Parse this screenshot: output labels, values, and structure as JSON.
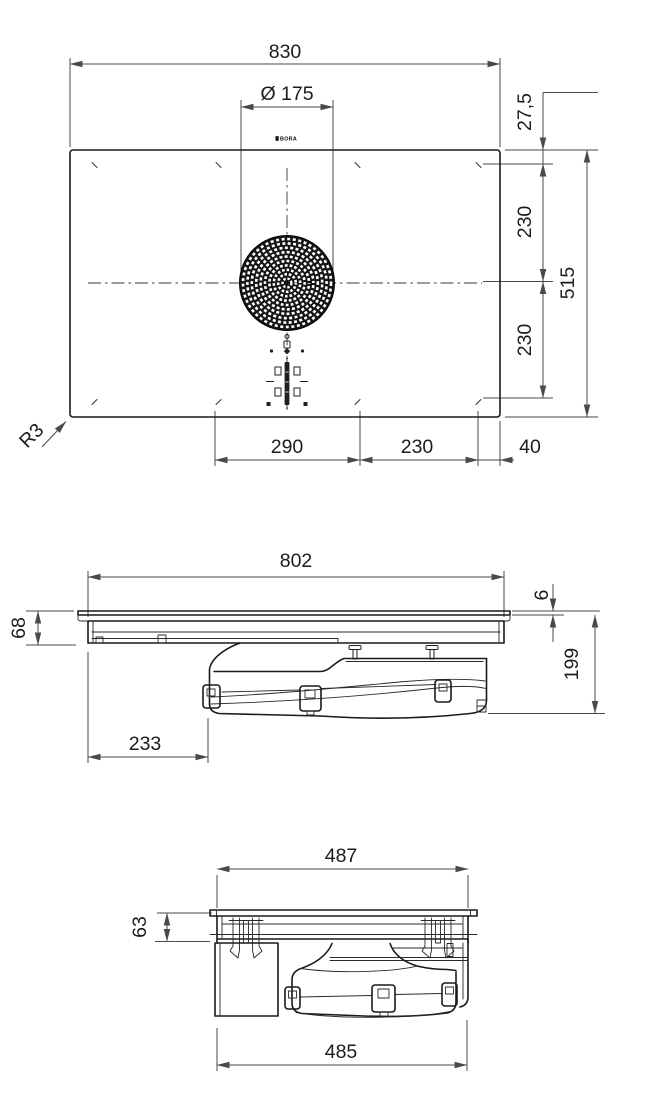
{
  "brand": "BORA",
  "top_view": {
    "overall_width": "830",
    "grille_diameter": "Ø 175",
    "edge_to_zone": "27,5",
    "zone_pitch_rear": "230",
    "overall_depth": "515",
    "zone_pitch_front": "230",
    "front_left": "290",
    "front_mid": "230",
    "front_right": "40",
    "corner_radius": "R3"
  },
  "front_view": {
    "body_width": "802",
    "glass_thickness": "6",
    "hob_height": "68",
    "total_height": "199",
    "left_offset": "233"
  },
  "side_view": {
    "body_depth": "487",
    "flange_height": "63",
    "housing_depth": "485"
  }
}
